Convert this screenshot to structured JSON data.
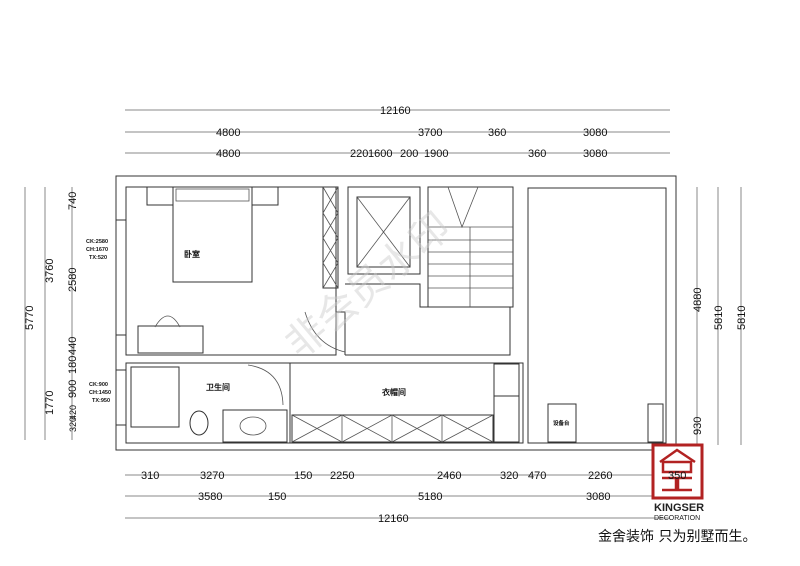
{
  "dimensions": {
    "top": {
      "overall": "12160",
      "row2": [
        "4800",
        "3700",
        "360",
        "3080"
      ],
      "row3": [
        "4800",
        "220",
        "1600",
        "200",
        "1900",
        "360",
        "3080"
      ]
    },
    "bottom": {
      "row1": [
        "310",
        "3270",
        "150",
        "2250",
        "2460",
        "320",
        "470",
        "2260",
        "350"
      ],
      "row2": [
        "3580",
        "150",
        "5180",
        "3080"
      ],
      "overall": "12160"
    },
    "left": {
      "overall": "5770",
      "col2": [
        "3760",
        "1770"
      ],
      "col3": [
        "740",
        "2580",
        "440",
        "180",
        "900",
        "420",
        "320"
      ]
    },
    "right": {
      "col1": [
        "4880",
        "930"
      ],
      "col2": "5810",
      "col3": "5810"
    }
  },
  "rooms": {
    "bedroom": "卧室",
    "bathroom": "卫生间",
    "closet": "衣帽间",
    "equipment": "设备台"
  },
  "window_notes": {
    "bedroom": [
      "CK:2580",
      "CH:1670",
      "TX:520"
    ],
    "bathroom": [
      "CK:900",
      "CH:1450",
      "TX:950"
    ]
  },
  "watermark": "非会员水印",
  "logo": {
    "name": "KINGSER",
    "sub": "DECORATION",
    "color": "#b22222"
  },
  "slogan": "金舍装饰 只为别墅而生。"
}
